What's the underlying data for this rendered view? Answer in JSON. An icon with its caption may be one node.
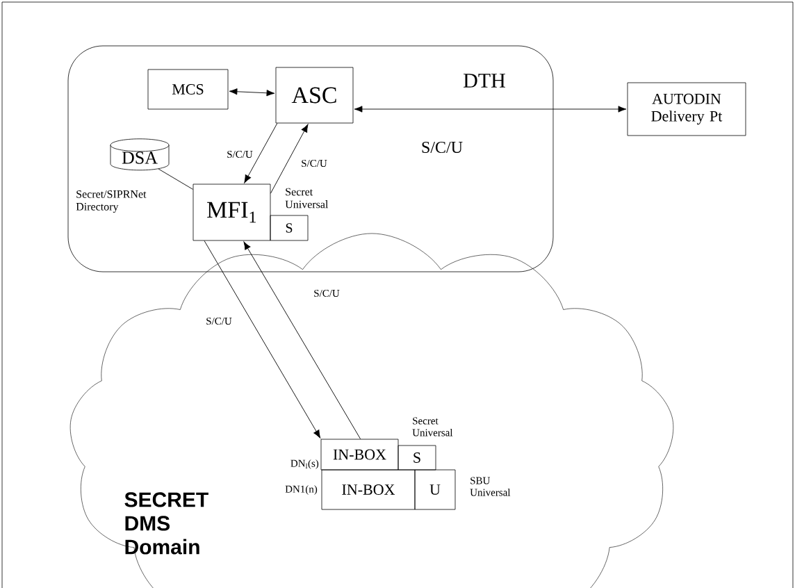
{
  "diagram": {
    "nodes": [
      {
        "text": [
          "DTH"
        ]
      },
      {
        "text": [
          "MCS"
        ],
        "in": 0
      },
      {
        "text": [
          "ASC"
        ],
        "in": 0
      },
      {
        "text": [
          "DSA"
        ],
        "in": 0,
        "beside": [
          "Secret/SIPRNet Directory"
        ]
      },
      {
        "text": [
          "MFI$_{1}$"
        ],
        "in": 0
      },
      {
        "text": [
          "S"
        ],
        "in": 0,
        "beside": [
          "Secret Universal"
        ]
      },
      {
        "text": [
          "AUTODIN Delivery Pt"
        ]
      },
      {
        "text": [
          "SECRET DMS Domain"
        ]
      },
      {
        "text": [
          "IN-BOX"
        ],
        "in": 7,
        "beside": [
          "DN$_{l}$(s)"
        ]
      },
      {
        "text": [
          "S"
        ],
        "in": 7,
        "beside": [
          "Secret Universal"
        ]
      },
      {
        "text": [
          "IN-BOX"
        ],
        "in": 7,
        "beside": [
          "DN1(n)"
        ]
      },
      {
        "text": [
          "U"
        ],
        "in": 7,
        "beside": [
          "SBU Universal"
        ]
      }
    ],
    "edges": [
      {
        "from": 1,
        "to": 2,
        "arrow": "both"
      },
      {
        "from": 2,
        "to": 6,
        "arrow": "both",
        "label": "S/C/U"
      },
      {
        "from": 2,
        "to": 4,
        "arrow": "to",
        "label": "S/C/U"
      },
      {
        "from": 4,
        "to": 2,
        "arrow": "to",
        "label": "S/C/U"
      },
      {
        "from": 3,
        "to": 4,
        "arrow": "none"
      },
      {
        "from": 4,
        "to": 8,
        "arrow": "to",
        "label": "S/C/U"
      },
      {
        "from": 8,
        "to": 4,
        "arrow": "to",
        "label": "S/C/U"
      }
    ]
  }
}
